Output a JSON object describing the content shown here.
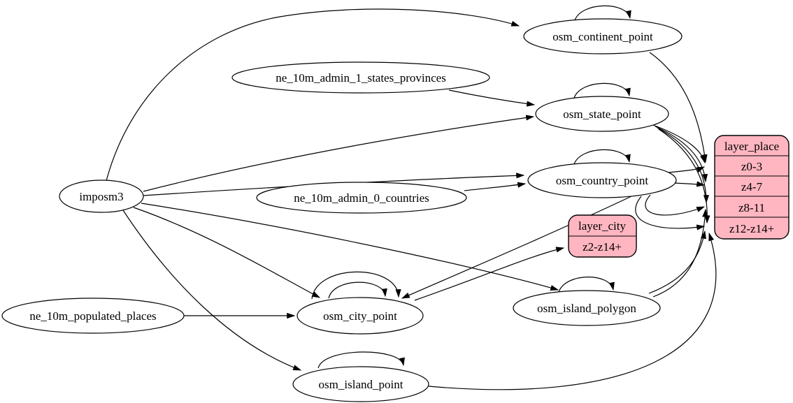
{
  "diagram": {
    "kind": "etl-graph",
    "background": "#ffffff",
    "colors": {
      "table_fill": "#ffffff",
      "layer_fill": "#ffb6c1",
      "stroke": "#000000",
      "text": "#000000"
    },
    "nodes": {
      "imposm3": {
        "label": "imposm3"
      },
      "ne_states": {
        "label": "ne_10m_admin_1_states_provinces"
      },
      "ne_countries": {
        "label": "ne_10m_admin_0_countries"
      },
      "ne_places": {
        "label": "ne_10m_populated_places"
      },
      "continent": {
        "label": "osm_continent_point"
      },
      "state": {
        "label": "osm_state_point"
      },
      "country": {
        "label": "osm_country_point"
      },
      "city": {
        "label": "osm_city_point"
      },
      "island_polygon": {
        "label": "osm_island_polygon"
      },
      "island_point": {
        "label": "osm_island_point"
      }
    },
    "layers": {
      "layer_city": {
        "title": "layer_city",
        "rows": [
          "z2-z14+"
        ]
      },
      "layer_place": {
        "title": "layer_place",
        "rows": [
          "z0-3",
          "z4-7",
          "z8-11",
          "z12-z14+"
        ]
      }
    },
    "edges": [
      "imposm3 -> osm_continent_point",
      "imposm3 -> osm_state_point",
      "imposm3 -> osm_country_point",
      "imposm3 -> osm_city_point",
      "imposm3 -> osm_island_polygon",
      "imposm3 -> osm_island_point",
      "ne_10m_admin_1_states_provinces -> osm_state_point",
      "ne_10m_admin_0_countries -> osm_country_point",
      "ne_10m_populated_places -> osm_city_point",
      "osm_continent_point -> osm_continent_point",
      "osm_state_point -> osm_state_point",
      "osm_country_point -> osm_country_point",
      "osm_city_point -> osm_city_point",
      "osm_city_point -> osm_city_point",
      "osm_island_polygon -> osm_island_polygon",
      "osm_island_point -> osm_island_point",
      "osm_country_point -> osm_city_point",
      "osm_city_point -> layer_city:z2-z14+",
      "osm_continent_point -> layer_place:z0-3",
      "osm_state_point -> layer_place:z0-3",
      "osm_state_point -> layer_place:z4-7",
      "osm_state_point -> layer_place:z8-11",
      "osm_state_point -> layer_place:z12-z14+",
      "osm_country_point -> layer_place:z0-3",
      "osm_country_point -> layer_place:z4-7",
      "osm_country_point -> layer_place:z8-11",
      "osm_country_point -> layer_place:z12-z14+",
      "osm_island_polygon -> layer_place:z8-11",
      "osm_island_polygon -> layer_place:z12-z14+",
      "osm_island_point -> layer_place:z12-z14+"
    ]
  }
}
